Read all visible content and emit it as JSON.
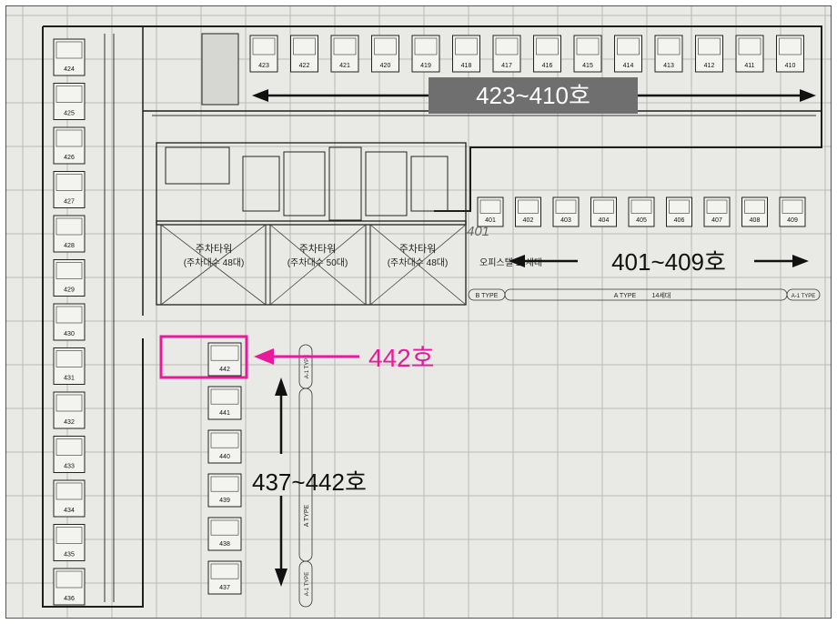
{
  "overlays": {
    "top_range": "423~410호",
    "right_range": "401~409호",
    "highlight_unit": "442호",
    "bottom_range": "437~442호"
  },
  "plan_labels": {
    "office_note": "오피스텔 14세대",
    "parking": [
      {
        "line1": "주차타워",
        "line2": "(주차대수 48대)"
      },
      {
        "line1": "주차타워",
        "line2": "(주차대수 50대)"
      },
      {
        "line1": "주차타워",
        "line2": "(주차대수 48대)"
      }
    ],
    "btype_bar": "B TYPE",
    "atype_bar": "A TYPE",
    "atype_count": "14세대",
    "a1type_bar": "A-1 TYPE",
    "a1_vertical_top": "A-1 TYPE",
    "a_vertical_mid": "A TYPE",
    "a1_vertical_bot": "A-1 TYPE",
    "unit_401": "401"
  },
  "units": {
    "top_row": [
      "423",
      "422",
      "421",
      "420",
      "419",
      "418",
      "417",
      "416",
      "415",
      "414",
      "413",
      "412",
      "411",
      "410"
    ],
    "right_row": [
      "401",
      "402",
      "403",
      "404",
      "405",
      "406",
      "407",
      "408",
      "409"
    ],
    "left_col": [
      "424",
      "425",
      "426",
      "427",
      "428",
      "429",
      "430",
      "431",
      "432",
      "433",
      "434",
      "435",
      "436"
    ],
    "inner_col": [
      "442",
      "441",
      "440",
      "439",
      "438",
      "437"
    ]
  },
  "colors": {
    "paper": "#e9e9e6",
    "grid": "#b9b9b6",
    "ink": "#1e1e1e",
    "label_box": "#6f6f6f",
    "magenta": "#e8199a"
  }
}
